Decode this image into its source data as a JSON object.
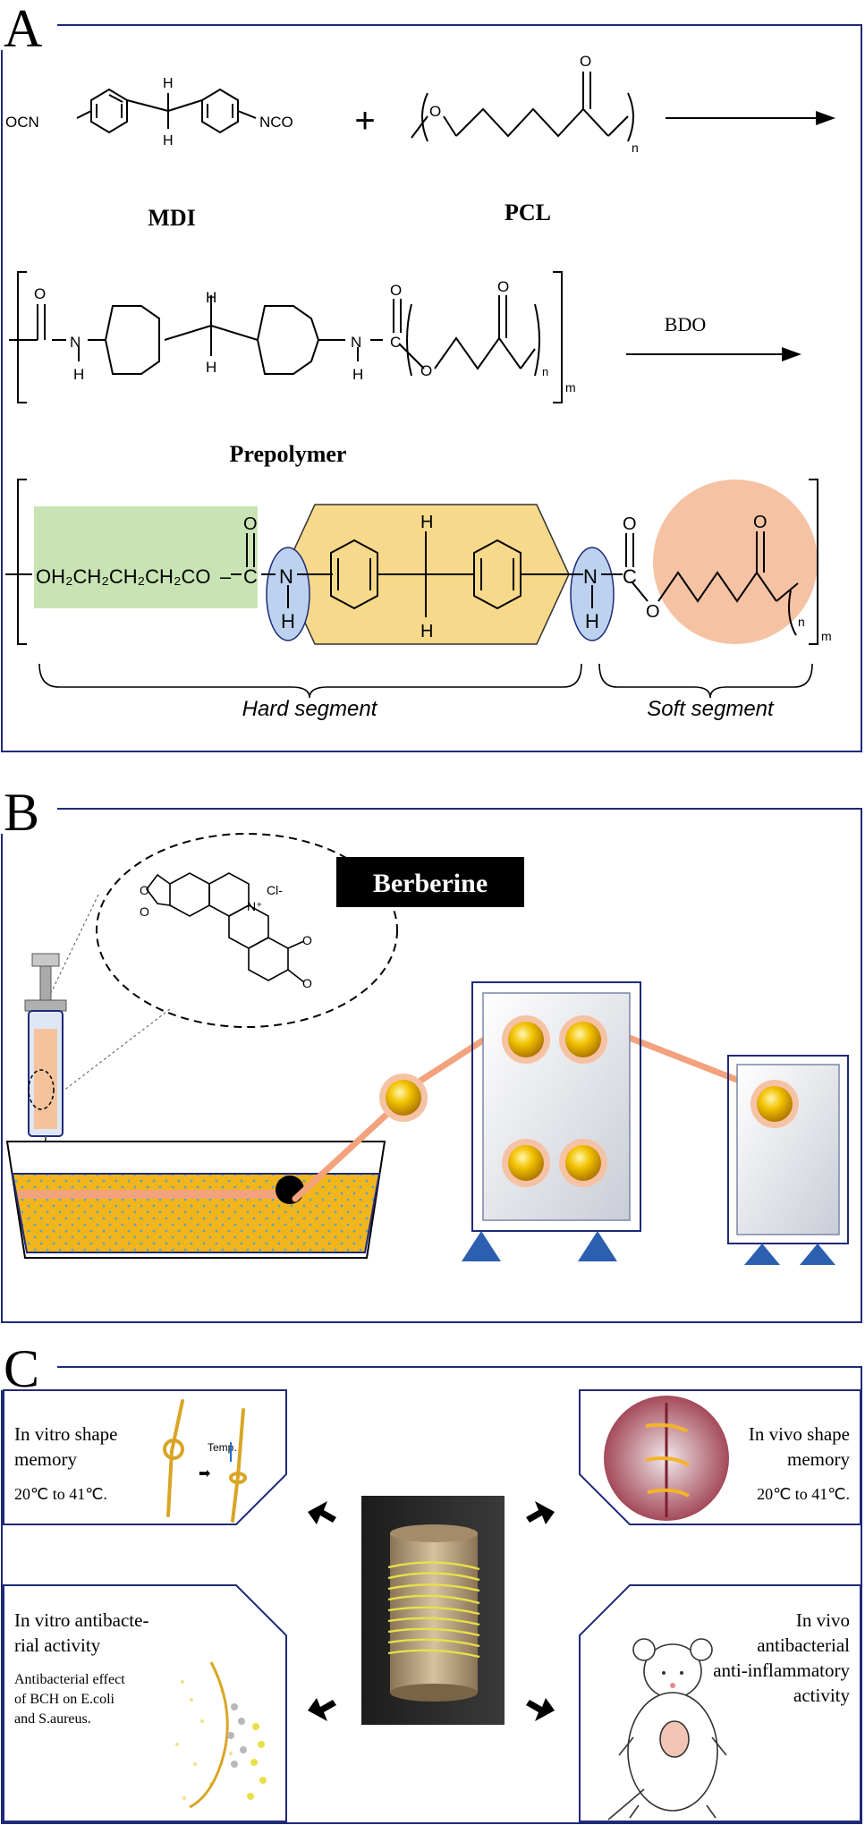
{
  "panels": {
    "a": {
      "letter": "A",
      "ocn": "OCN",
      "nco": "NCO",
      "plus": "+",
      "h": "H",
      "o": "O",
      "n": "N",
      "sub_n": "n",
      "sub_m": "m",
      "mdi": "MDI",
      "pcl": "PCL",
      "bdo": "BDO",
      "prepolymer": "Prepolymer",
      "chain": "OH₂CH₂CH₂CH₂CO",
      "c": "C",
      "hard_segment": "Hard segment",
      "soft_segment": "Soft segment"
    },
    "b": {
      "letter": "B",
      "berberine": "Berberine",
      "n_plus": "N⁺",
      "cl": "Cl-"
    },
    "c": {
      "letter": "C",
      "in_vitro_shape": [
        "In vitro shape",
        "memory"
      ],
      "temp_range_1": "20℃ to 41℃.",
      "temp_label": "Temp.",
      "in_vivo_shape": [
        "In vivo shape",
        "memory"
      ],
      "temp_range_2": "20℃ to 41℃.",
      "in_vitro_antibac": [
        "In vitro antibacte-",
        "rial activity"
      ],
      "antibac_note": [
        "Antibacterial effect",
        "of BCH on E.coli",
        "and S.aureus."
      ],
      "in_vivo_antibac": [
        "In vivo",
        "antibacterial",
        "anti-inflammatory",
        "activity"
      ]
    }
  },
  "colors": {
    "frame_blue": "#1f2a7a",
    "hard_green": "#c9e4b4",
    "aromatic_yellow": "#f7d98b",
    "nh_blue": "#bcd2ee",
    "soft_salmon": "#f5c2a4",
    "bath_yellow": "#f2b51c",
    "thread_orange": "#f2a27c",
    "roller_gold": "#f0b400",
    "stand_blue": "#2c5fb0"
  }
}
